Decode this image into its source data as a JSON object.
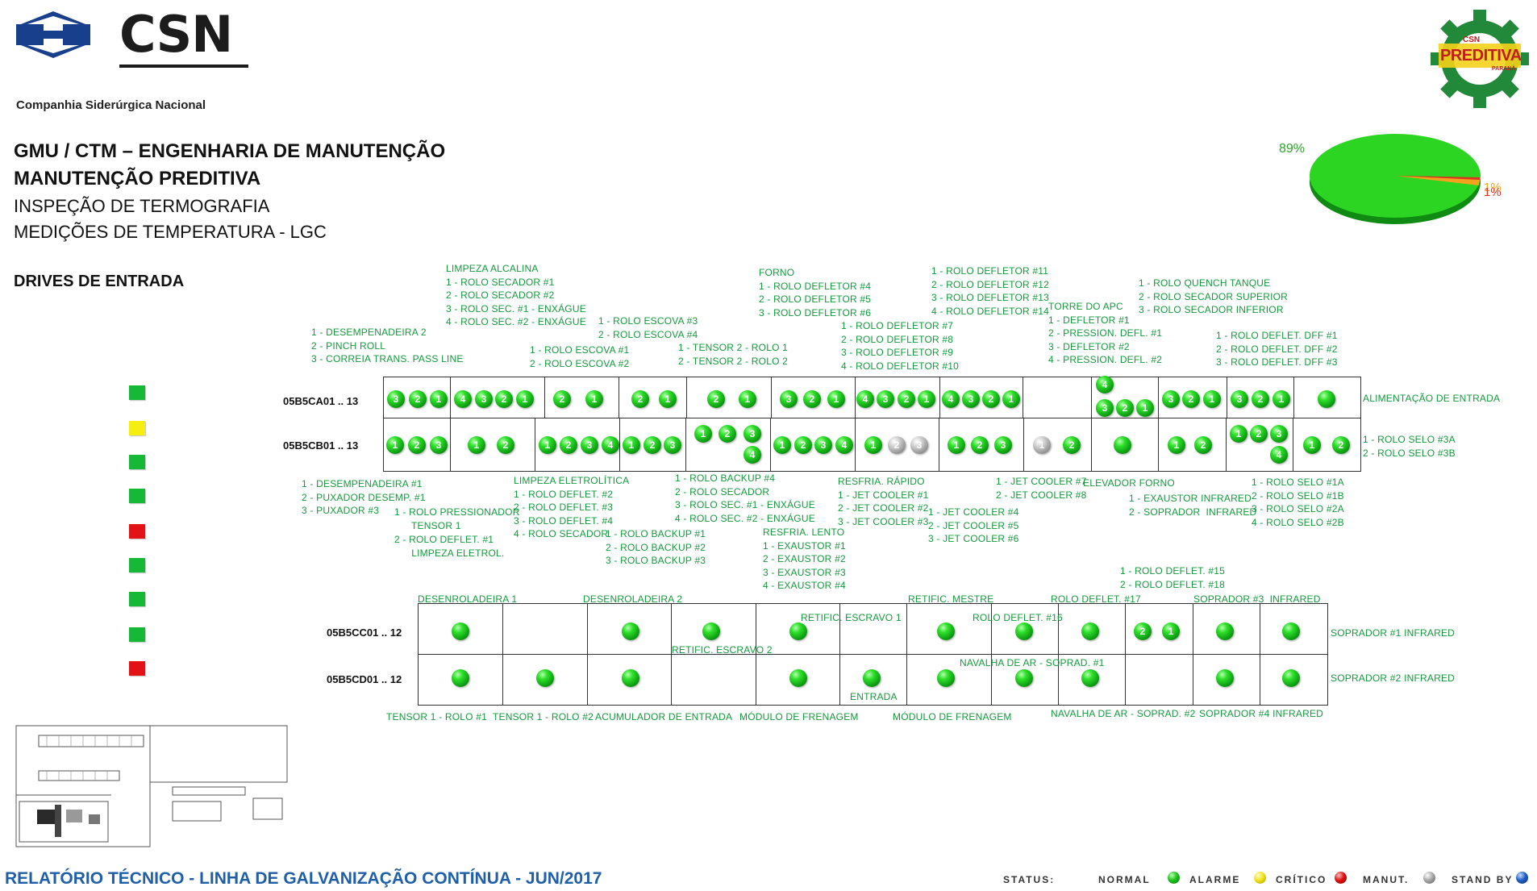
{
  "company": {
    "logo_text": "CSN",
    "name": "Companhia Siderúrgica Nacional"
  },
  "right_logo": {
    "line1": "CSN",
    "line2": "PREDITIVA",
    "line3": "PARANÁ"
  },
  "header": {
    "line1": "GMU / CTM – ENGENHARIA DE MANUTENÇÃO",
    "line2": "MANUTENÇÃO PREDITIVA",
    "line3": "INSPEÇÃO DE TERMOGRAFIA",
    "line4": "MEDIÇÕES DE TEMPERATURA - LGC",
    "section": "DRIVES DE ENTRADA"
  },
  "pie": {
    "label_main": "89%",
    "label_small_1": "1%",
    "label_small_2": "1%",
    "slices": [
      {
        "value": 89,
        "color": "#22d11c"
      },
      {
        "value": 1,
        "color": "#f2a21c"
      },
      {
        "value": 1,
        "color": "#e03020"
      },
      {
        "value": 9,
        "color": "#1fbf19"
      }
    ]
  },
  "legend_colors": [
    "#16b837",
    "#f6ee10",
    "#16b837",
    "#16b837",
    "#e21216",
    "#16b837",
    "#16b837",
    "#16b837",
    "#e21216"
  ],
  "row_labels": {
    "ca": "05B5CA01 .. 13",
    "cb": "05B5CB01 .. 13",
    "cc": "05B5CC01 .. 12",
    "cd": "05B5CD01 .. 12"
  },
  "labels": {
    "t1": "1 - DESEMPENADEIRA 2\n2 - PINCH ROLL\n3 - CORREIA TRANS. PASS LINE",
    "t2": "LIMPEZA ALCALINA\n1 - ROLO SECADOR #1\n2 - ROLO SECADOR #2\n3 - ROLO SEC. #1 - ENXÁGUE\n4 - ROLO SEC. #2 - ENXÁGUE",
    "t3": "1 - ROLO ESCOVA #1\n2 - ROLO ESCOVA #2",
    "t4": "1 - ROLO ESCOVA #3\n2 - ROLO ESCOVA #4",
    "t5": "1 - TENSOR 2 - ROLO 1\n2 - TENSOR 2 - ROLO 2",
    "t6": "FORNO\n1 - ROLO DEFLETOR #4\n2 - ROLO DEFLETOR #5\n3 - ROLO DEFLETOR #6",
    "t7": "1 - ROLO DEFLETOR #7\n2 - ROLO DEFLETOR #8\n3 - ROLO DEFLETOR #9\n4 - ROLO DEFLETOR #10",
    "t8": "1 - ROLO DEFLETOR #11\n2 - ROLO DEFLETOR #12\n3 - ROLO DEFLETOR #13\n4 - ROLO DEFLETOR #14",
    "t9": "TORRE DO APC\n1 - DEFLETOR #1\n2 - PRESSION. DEFL. #1\n3 - DEFLETOR #2\n4 - PRESSION. DEFL. #2",
    "t10": "1 - ROLO QUENCH TANQUE\n2 - ROLO SECADOR SUPERIOR\n3 - ROLO SECADOR INFERIOR",
    "t11": "1 - ROLO DEFLET. DFF #1\n2 - ROLO DEFLET. DFF #2\n3 - ROLO DEFLET. DFF #3",
    "r1": "ALIMENTAÇÃO DE ENTRADA",
    "r2": "1 - ROLO SELO #3A\n2 - ROLO SELO #3B",
    "b1": "1 - DESEMPENADEIRA #1\n2 - PUXADOR DESEMP. #1\n3 - PUXADOR #3",
    "b2": "1 - ROLO PRESSIONADOR\n      TENSOR 1",
    "b3": "2 - ROLO DEFLET. #1\n      LIMPEZA ELETROL.",
    "b4": "LIMPEZA ELETROLÍTICA\n1 - ROLO DEFLET. #2\n2 - ROLO DEFLET. #3\n3 - ROLO DEFLET. #4\n4 - ROLO SECADOR",
    "b5": "1 - ROLO BACKUP #4\n2 - ROLO SECADOR\n3 - ROLO SEC. #1 - ENXÁGUE\n4 - ROLO SEC. #2 - ENXÁGUE",
    "b6": "1 - ROLO BACKUP #1\n2 - ROLO BACKUP #2\n3 - ROLO BACKUP #3",
    "b7": "RESFRIA. RÁPIDO\n1 - JET COOLER #1\n2 - JET COOLER #2\n3 - JET COOLER #3",
    "b8": "RESFRIA. LENTO\n1 - EXAUSTOR #1\n2 - EXAUSTOR #2\n3 - EXAUSTOR #3\n4 - EXAUSTOR #4",
    "b9": "1 - JET COOLER #4\n2 - JET COOLER #5\n3 - JET COOLER #6",
    "b10": "1 - JET COOLER #7\n2 - JET COOLER #8",
    "b11": "ELEVADOR FORNO",
    "b12": "1 - EXAUSTOR INFRARED\n2 - SOPRADOR  INFRARED",
    "b13": "1 - ROLO SELO #1A\n2 - ROLO SELO #1B\n3 - ROLO SELO #2A\n4 - ROLO SELO #2B",
    "c1": "DESENROLADEIRA 1",
    "c2": "DESENROLADEIRA 2",
    "c3": "RETIFIC. ESCRAVO 1",
    "c4": "RETIFIC. MESTRE",
    "c5": "1 - ROLO DEFLET. #15\n2 - ROLO DEFLET. #18",
    "c6": "ROLO DEFLET. #17",
    "c7": "SOPRADOR #3  INFRARED",
    "c8": "RETIFIC. ESCRAVO 2",
    "c9": "ROLO DEFLET. #16",
    "c10": "NAVALHA DE AR - SOPRAD. #1",
    "c11": "SOPRADOR #1 INFRARED",
    "c12": "SOPRADOR #2 INFRARED",
    "c13": "ENTRADA",
    "d1": "TENSOR 1 - ROLO #1",
    "d2": "TENSOR 1 - ROLO #2",
    "d3": "ACUMULADOR DE ENTRADA",
    "d4": "MÓDULO DE FRENAGEM",
    "d5": "MÓDULO DE FRENAGEM",
    "d6": "NAVALHA DE AR - SOPRAD. #2",
    "d7": "SOPRADOR #4 INFRARED"
  },
  "footer": {
    "title": "RELATÓRIO TÉCNICO - LINHA DE GALVANIZAÇÃO CONTÍNUA - JUN/2017",
    "status_label": "STATUS:",
    "normal": "NORMAL",
    "alarme": "ALARME",
    "critico": "CRÍTICO",
    "manut": "MANUT.",
    "standby": "STAND BY",
    "colors": {
      "normal": "#18b028",
      "alarme": "#f2e21a",
      "critico": "#e01010",
      "manut": "#9a9a9a",
      "standby": "#1f5fc8"
    }
  }
}
